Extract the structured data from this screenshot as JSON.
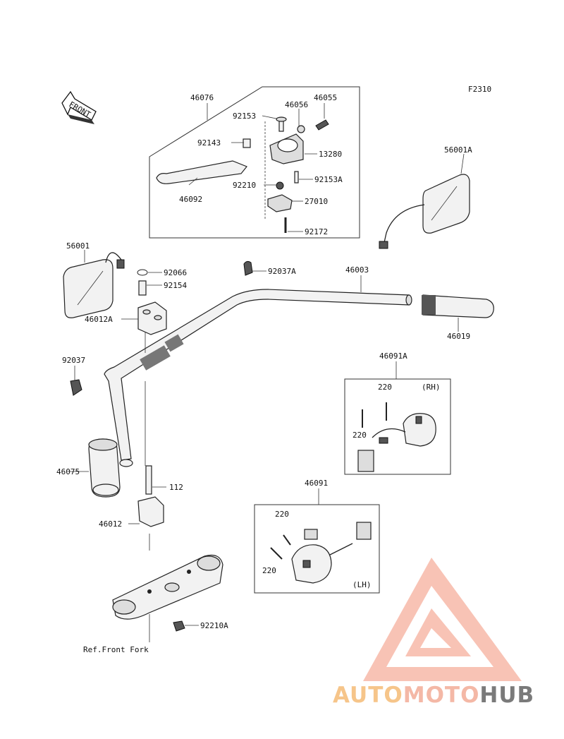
{
  "figure_code": "F2310",
  "front_arrow": "FRONT",
  "parts": [
    {
      "id": "p46076",
      "number": "46076"
    },
    {
      "id": "p46055",
      "number": "46055"
    },
    {
      "id": "p46056",
      "number": "46056"
    },
    {
      "id": "p92153",
      "number": "92153"
    },
    {
      "id": "p92143",
      "number": "92143"
    },
    {
      "id": "p13280",
      "number": "13280"
    },
    {
      "id": "p92153A",
      "number": "92153A"
    },
    {
      "id": "p92210",
      "number": "92210"
    },
    {
      "id": "p46092",
      "number": "46092"
    },
    {
      "id": "p27010",
      "number": "27010"
    },
    {
      "id": "p92172",
      "number": "92172"
    },
    {
      "id": "p56001A",
      "number": "56001A"
    },
    {
      "id": "p56001",
      "number": "56001"
    },
    {
      "id": "p92066",
      "number": "92066"
    },
    {
      "id": "p92154",
      "number": "92154"
    },
    {
      "id": "p92037A",
      "number": "92037A"
    },
    {
      "id": "p46003",
      "number": "46003"
    },
    {
      "id": "p46012A",
      "number": "46012A"
    },
    {
      "id": "p46019",
      "number": "46019"
    },
    {
      "id": "p92037",
      "number": "92037"
    },
    {
      "id": "p46091A",
      "number": "46091A"
    },
    {
      "id": "p220a",
      "number": "220"
    },
    {
      "id": "p220b",
      "number": "220"
    },
    {
      "id": "p46075",
      "number": "46075"
    },
    {
      "id": "p112",
      "number": "112"
    },
    {
      "id": "p46091",
      "number": "46091"
    },
    {
      "id": "p220c",
      "number": "220"
    },
    {
      "id": "p46012",
      "number": "46012"
    },
    {
      "id": "p220d",
      "number": "220"
    },
    {
      "id": "p92210A",
      "number": "92210A"
    }
  ],
  "side_labels": {
    "rh": "(RH)",
    "lh": "(LH)"
  },
  "reference": "Ref.Front Fork",
  "watermark": {
    "part1": "AUTO",
    "part2": "MOTO",
    "part3": "HUB"
  }
}
